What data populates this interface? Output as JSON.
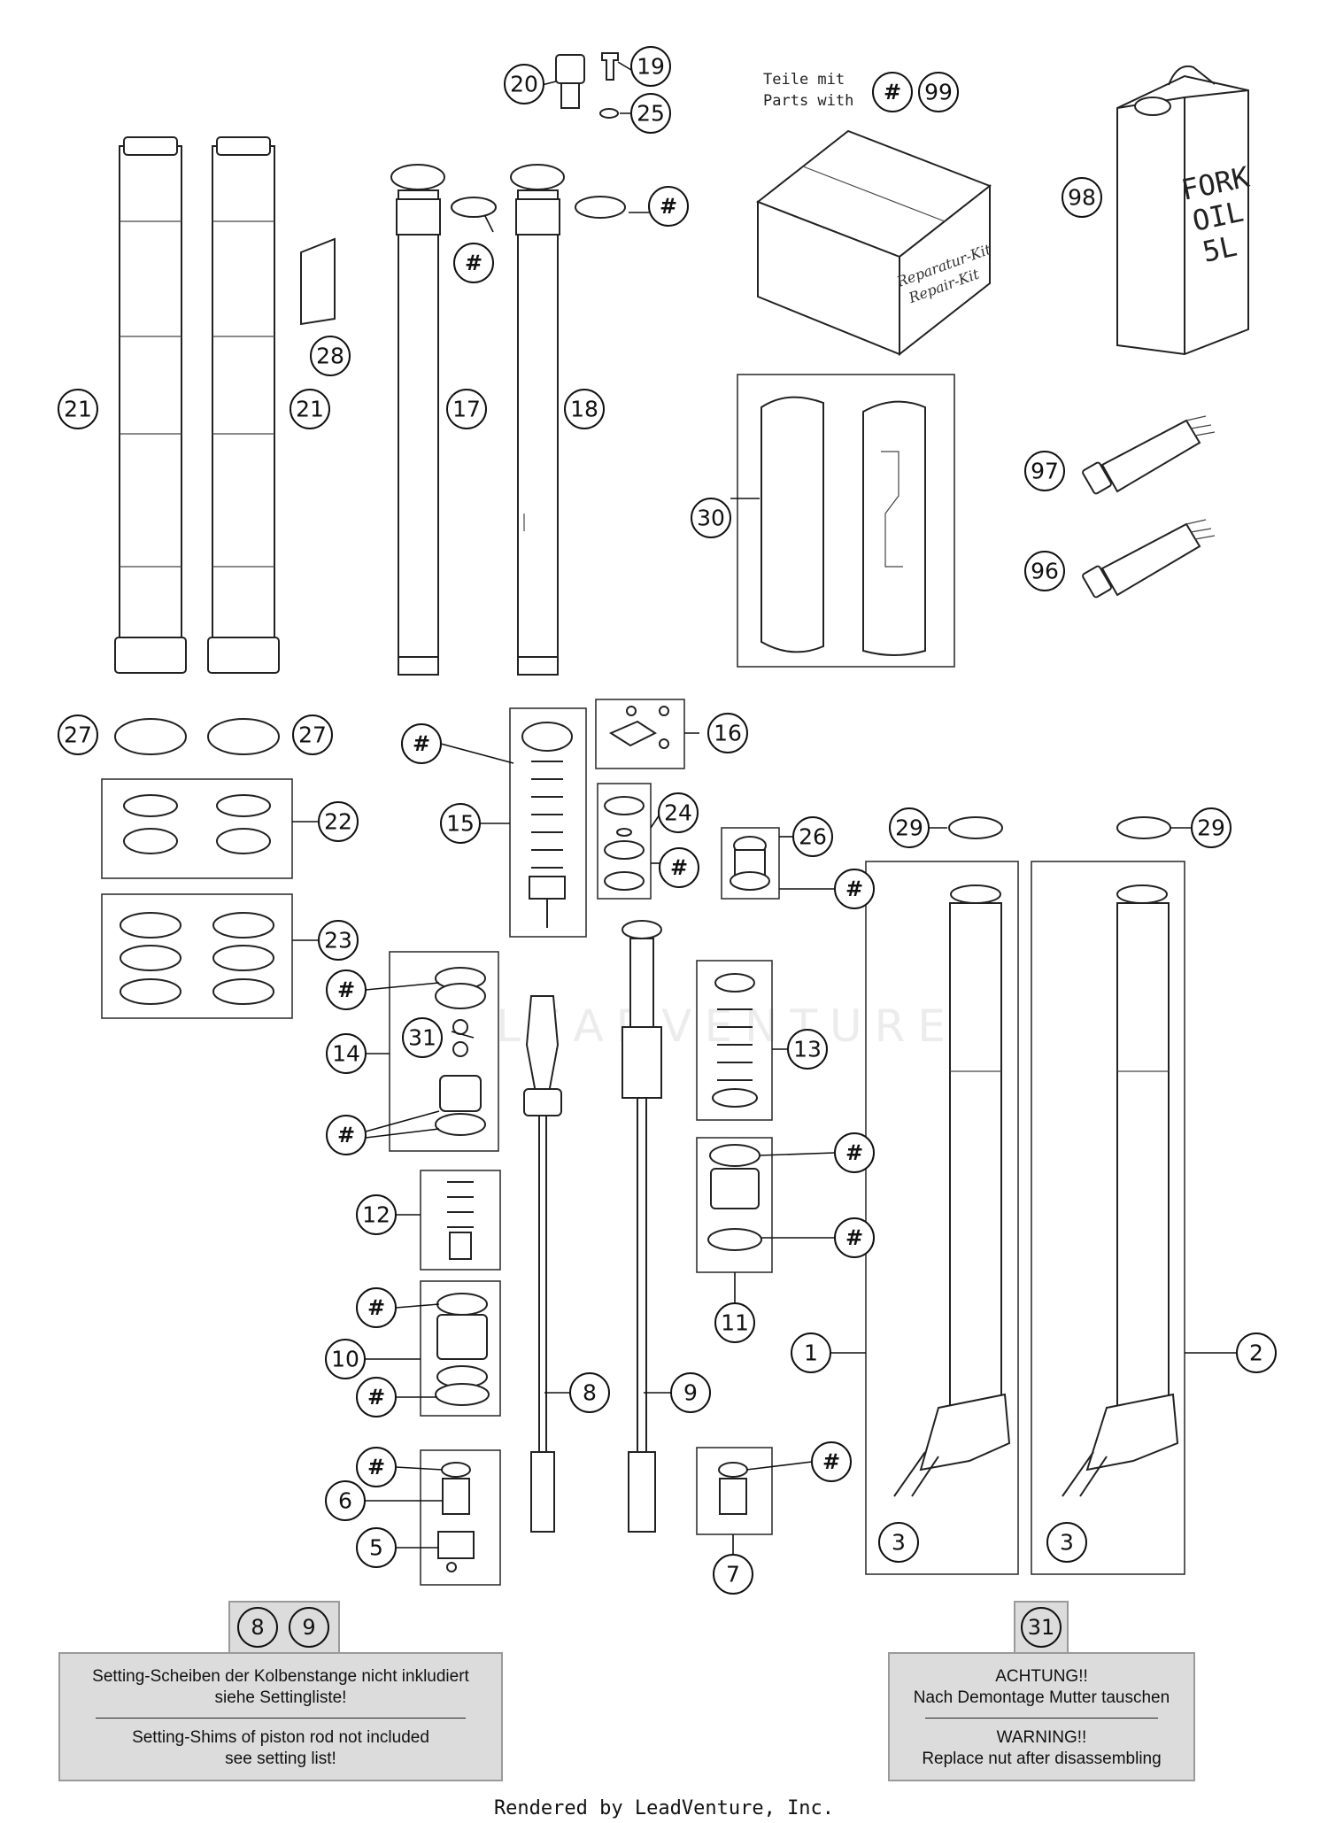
{
  "kit": {
    "line1": "Teile mit",
    "line2": "Parts with",
    "hash": "#",
    "num": "99"
  },
  "box_text": {
    "line1": "Reparatur-Kit",
    "line2": "Repair-Kit"
  },
  "can_text": {
    "line1": "FORK",
    "line2": "OIL",
    "line3": "5L"
  },
  "watermark": "LEADVENTURE",
  "callouts": {
    "c1": "1",
    "c2": "2",
    "c3a": "3",
    "c3b": "3",
    "c5": "5",
    "c6": "6",
    "c7": "7",
    "c8": "8",
    "c9": "9",
    "c10": "10",
    "c11": "11",
    "c12": "12",
    "c13": "13",
    "c14": "14",
    "c15": "15",
    "c16": "16",
    "c17": "17",
    "c18": "18",
    "c19": "19",
    "c20": "20",
    "c21a": "21",
    "c21b": "21",
    "c22": "22",
    "c23": "23",
    "c24": "24",
    "c25": "25",
    "c26": "26",
    "c27a": "27",
    "c27b": "27",
    "c28": "28",
    "c29a": "29",
    "c29b": "29",
    "c30": "30",
    "c31": "31",
    "c96": "96",
    "c97": "97",
    "c98": "98",
    "hash": "#"
  },
  "note_left": {
    "tab1": "8",
    "tab2": "9",
    "line1": "Setting-Scheiben der Kolbenstange nicht inkludiert",
    "line2": "siehe Settingliste!",
    "line3": "Setting-Shims of piston rod not included",
    "line4": "see setting list!"
  },
  "note_right": {
    "tab1": "31",
    "line1": "ACHTUNG!!",
    "line2": "Nach Demontage Mutter tauschen",
    "line3": "WARNING!!",
    "line4": "Replace nut after disassembling"
  },
  "footer": "Rendered by LeadVenture, Inc."
}
